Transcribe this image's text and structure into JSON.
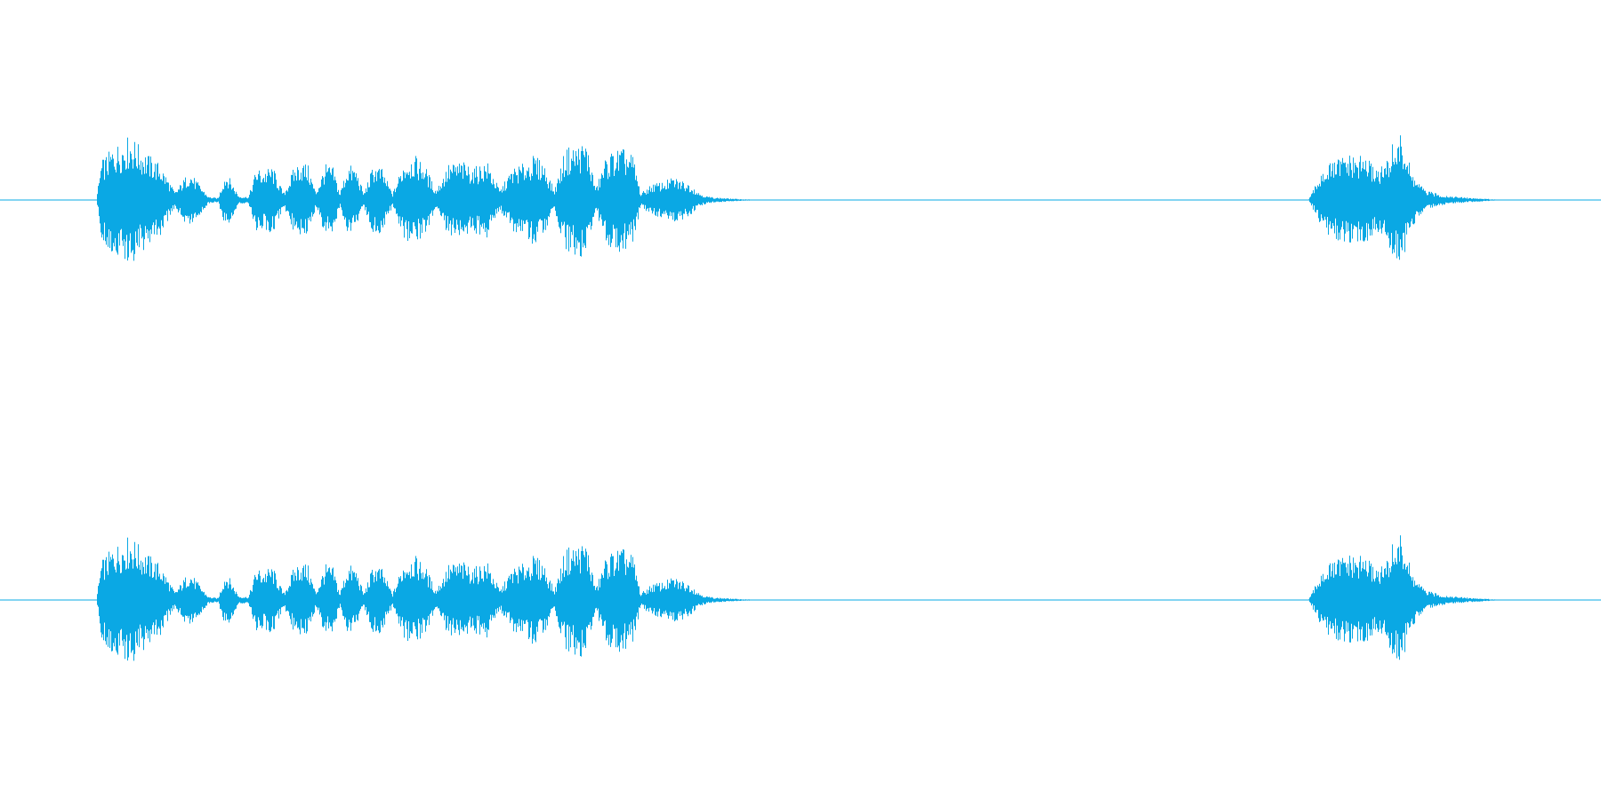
{
  "colors": {
    "background": "#ffffff",
    "waveform": "#0aa8e4"
  },
  "chart_data": {
    "type": "area",
    "title": "",
    "xlabel": "",
    "ylabel": "",
    "grid": false,
    "legend": "none",
    "xlim": [
      0,
      1.0
    ],
    "ylim": [
      -1.0,
      1.0
    ],
    "series": [
      {
        "channel": "left",
        "x": [
          0.0,
          0.06,
          0.063,
          0.07,
          0.081,
          0.09,
          0.1,
          0.109,
          0.118,
          0.13,
          0.136,
          0.14,
          0.142,
          0.149,
          0.155,
          0.16,
          0.164,
          0.17,
          0.177,
          0.183,
          0.187,
          0.192,
          0.197,
          0.203,
          0.208,
          0.212,
          0.217,
          0.222,
          0.227,
          0.233,
          0.238,
          0.245,
          0.252,
          0.258,
          0.265,
          0.272,
          0.28,
          0.288,
          0.296,
          0.304,
          0.312,
          0.32,
          0.326,
          0.333,
          0.339,
          0.346,
          0.353,
          0.36,
          0.366,
          0.372,
          0.378,
          0.382,
          0.388,
          0.395,
          0.4,
          0.407,
          0.414,
          0.42,
          0.426,
          0.431,
          0.436,
          0.441,
          0.446,
          0.452,
          0.458,
          0.465,
          0.472,
          0.48,
          0.49,
          0.5,
          0.504,
          0.68,
          0.817,
          0.82,
          0.826,
          0.833,
          0.84,
          0.847,
          0.852,
          0.857,
          0.862,
          0.866,
          0.87,
          0.875,
          0.882,
          0.89,
          0.9,
          0.91,
          0.92,
          0.93,
          0.935,
          1.0
        ],
        "amplitude": [
          0.0,
          0.0,
          0.6,
          0.8,
          1.0,
          0.75,
          0.55,
          0.12,
          0.45,
          0.05,
          0.03,
          0.38,
          0.4,
          0.06,
          0.05,
          0.5,
          0.45,
          0.52,
          0.1,
          0.48,
          0.6,
          0.55,
          0.12,
          0.55,
          0.5,
          0.1,
          0.55,
          0.5,
          0.1,
          0.55,
          0.5,
          0.1,
          0.6,
          0.7,
          0.55,
          0.15,
          0.55,
          0.6,
          0.5,
          0.6,
          0.15,
          0.5,
          0.55,
          0.68,
          0.6,
          0.15,
          0.8,
          0.85,
          0.9,
          0.18,
          0.65,
          0.75,
          0.8,
          0.7,
          0.1,
          0.25,
          0.28,
          0.35,
          0.3,
          0.25,
          0.12,
          0.06,
          0.04,
          0.03,
          0.02,
          0.01,
          0.005,
          0.0,
          0.0,
          0.0,
          0.0,
          0.0,
          0.0,
          0.15,
          0.5,
          0.6,
          0.7,
          0.65,
          0.7,
          0.55,
          0.5,
          0.6,
          0.9,
          1.0,
          0.4,
          0.15,
          0.08,
          0.05,
          0.03,
          0.015,
          0.005,
          0.0
        ]
      },
      {
        "channel": "right",
        "x": [
          0.0,
          0.06,
          0.063,
          0.07,
          0.081,
          0.09,
          0.1,
          0.109,
          0.118,
          0.13,
          0.136,
          0.14,
          0.142,
          0.149,
          0.155,
          0.16,
          0.164,
          0.17,
          0.177,
          0.183,
          0.187,
          0.192,
          0.197,
          0.203,
          0.208,
          0.212,
          0.217,
          0.222,
          0.227,
          0.233,
          0.238,
          0.245,
          0.252,
          0.258,
          0.265,
          0.272,
          0.28,
          0.288,
          0.296,
          0.304,
          0.312,
          0.32,
          0.326,
          0.333,
          0.339,
          0.346,
          0.353,
          0.36,
          0.366,
          0.372,
          0.378,
          0.382,
          0.388,
          0.395,
          0.4,
          0.407,
          0.414,
          0.42,
          0.426,
          0.431,
          0.436,
          0.441,
          0.446,
          0.452,
          0.458,
          0.465,
          0.472,
          0.48,
          0.49,
          0.5,
          0.504,
          0.68,
          0.817,
          0.82,
          0.826,
          0.833,
          0.84,
          0.847,
          0.852,
          0.857,
          0.862,
          0.866,
          0.87,
          0.875,
          0.882,
          0.89,
          0.9,
          0.91,
          0.92,
          0.93,
          0.935,
          1.0
        ],
        "amplitude": [
          0.0,
          0.0,
          0.6,
          0.8,
          1.0,
          0.75,
          0.55,
          0.12,
          0.45,
          0.05,
          0.03,
          0.38,
          0.4,
          0.06,
          0.05,
          0.5,
          0.45,
          0.52,
          0.1,
          0.48,
          0.6,
          0.55,
          0.12,
          0.55,
          0.5,
          0.1,
          0.55,
          0.5,
          0.1,
          0.55,
          0.5,
          0.1,
          0.6,
          0.7,
          0.55,
          0.15,
          0.55,
          0.6,
          0.5,
          0.6,
          0.15,
          0.5,
          0.55,
          0.68,
          0.6,
          0.15,
          0.8,
          0.85,
          0.9,
          0.18,
          0.65,
          0.75,
          0.8,
          0.7,
          0.1,
          0.25,
          0.28,
          0.35,
          0.3,
          0.25,
          0.12,
          0.06,
          0.04,
          0.03,
          0.02,
          0.01,
          0.005,
          0.0,
          0.0,
          0.0,
          0.0,
          0.0,
          0.0,
          0.15,
          0.5,
          0.6,
          0.7,
          0.65,
          0.7,
          0.55,
          0.5,
          0.6,
          0.9,
          1.0,
          0.4,
          0.15,
          0.08,
          0.05,
          0.03,
          0.015,
          0.005,
          0.0
        ]
      }
    ]
  }
}
